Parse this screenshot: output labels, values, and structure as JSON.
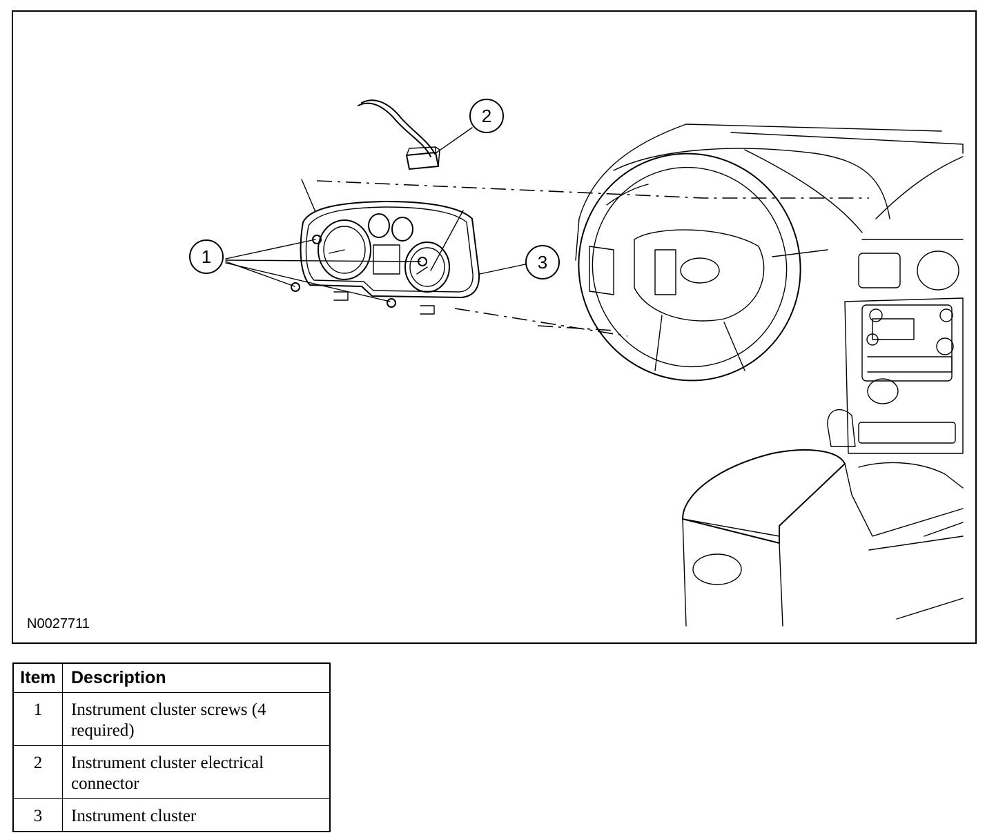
{
  "figure": {
    "id": "N0027711",
    "callouts": [
      "1",
      "2",
      "3"
    ]
  },
  "legend": {
    "headers": {
      "item": "Item",
      "description": "Description"
    },
    "rows": [
      {
        "item": "1",
        "description": "Instrument cluster screws (4 required)"
      },
      {
        "item": "2",
        "description": "Instrument cluster electrical connector"
      },
      {
        "item": "3",
        "description": "Instrument cluster"
      }
    ]
  }
}
